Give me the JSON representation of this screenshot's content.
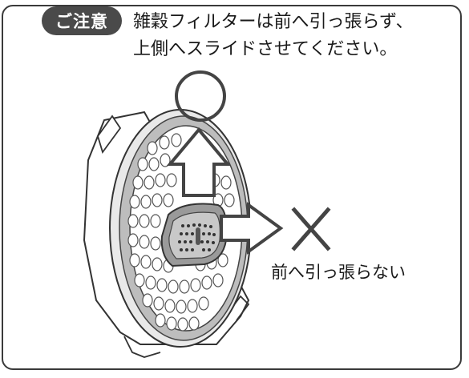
{
  "notice": {
    "badge": "ご注意",
    "line1": "雑穀フィルターは前へ引っ張らず、",
    "line2": "上側へスライドさせてください。"
  },
  "illustration": {
    "ok_marker": "circle-ok",
    "ng_marker": "cross-ng",
    "up_arrow": "arrow-up",
    "forward_arrow": "arrow-right",
    "ng_caption": "前へ引っ張らない"
  }
}
